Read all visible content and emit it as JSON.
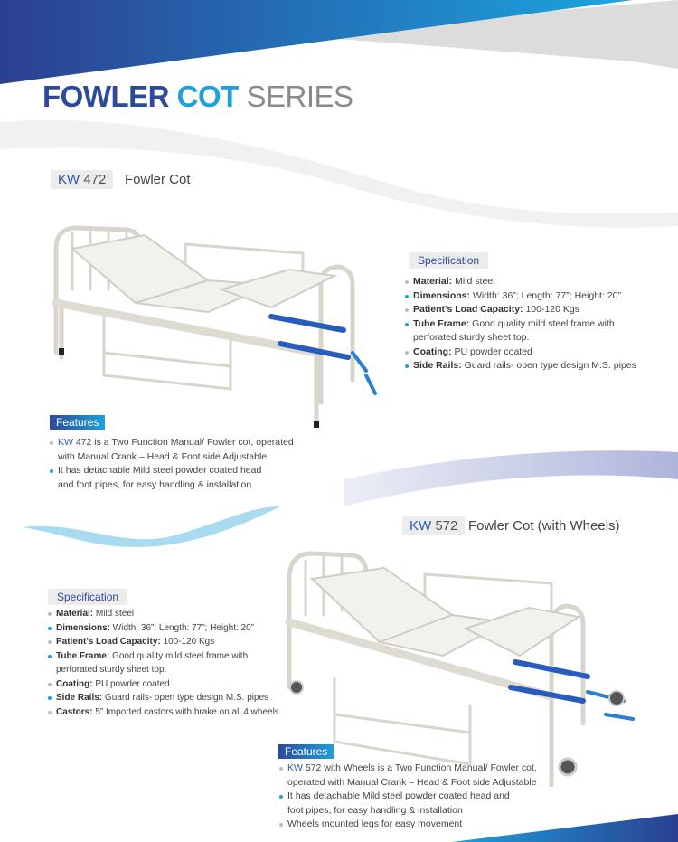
{
  "title": {
    "part1": "FOWLER",
    "part2": "COT",
    "part3": "SERIES"
  },
  "products": [
    {
      "code_prefix": "KW",
      "code_number": "472",
      "name": "Fowler Cot",
      "spec_heading": "Specification",
      "specs": [
        {
          "label": "Material:",
          "value": "Mild steel"
        },
        {
          "label": "Dimensions:",
          "value": "Width: 36”; Length: 77”; Height: 20”"
        },
        {
          "label": "Patient's Load Capacity:",
          "value": "100-120 Kgs"
        },
        {
          "label": "Tube Frame:",
          "value": "Good quality mild steel frame with perforated sturdy sheet top."
        },
        {
          "label": "Coating:",
          "value": "PU powder coated"
        },
        {
          "label": "Side Rails:",
          "value": "Guard rails- open type design M.S. pipes"
        }
      ],
      "features_heading": "Features",
      "features": [
        {
          "prefix": "KW",
          "text": " 472 is a Two Function Manual/ Fowler cot, operated with Manual Crank – Head & Foot side Adjustable"
        },
        {
          "prefix": "",
          "text": "It has detachable Mild steel powder coated head and foot pipes, for easy handling & installation"
        }
      ]
    },
    {
      "code_prefix": "KW",
      "code_number": "572",
      "name": "Fowler Cot (with Wheels)",
      "spec_heading": "Specification",
      "specs": [
        {
          "label": "Material:",
          "value": "Mild steel"
        },
        {
          "label": "Dimensions:",
          "value": "Width: 36”; Length: 77”; Height: 20”"
        },
        {
          "label": "Patient's Load Capacity:",
          "value": "100-120 Kgs"
        },
        {
          "label": "Tube Frame:",
          "value": "Good quality mild steel frame with perforated sturdy sheet top."
        },
        {
          "label": "Coating:",
          "value": "PU powder coated"
        },
        {
          "label": "Side Rails:",
          "value": "Guard rails- open type design M.S. pipes"
        },
        {
          "label": "Castors:",
          "value": "5” Imported castors with brake on all 4 wheels"
        }
      ],
      "features_heading": "Features",
      "features": [
        {
          "prefix": "KW",
          "text": " 572 with Wheels is a Two Function Manual/ Fowler cot, operated with Manual Crank – Head & Foot side Adjustable"
        },
        {
          "prefix": "",
          "text": "It has detachable Mild steel powder coated head and foot pipes, for easy handling & installation"
        },
        {
          "prefix": "",
          "text": "Wheels mounted legs for easy movement"
        }
      ]
    }
  ],
  "colors": {
    "brand_dark": "#2b4a9a",
    "brand_light": "#1ea0dc"
  }
}
